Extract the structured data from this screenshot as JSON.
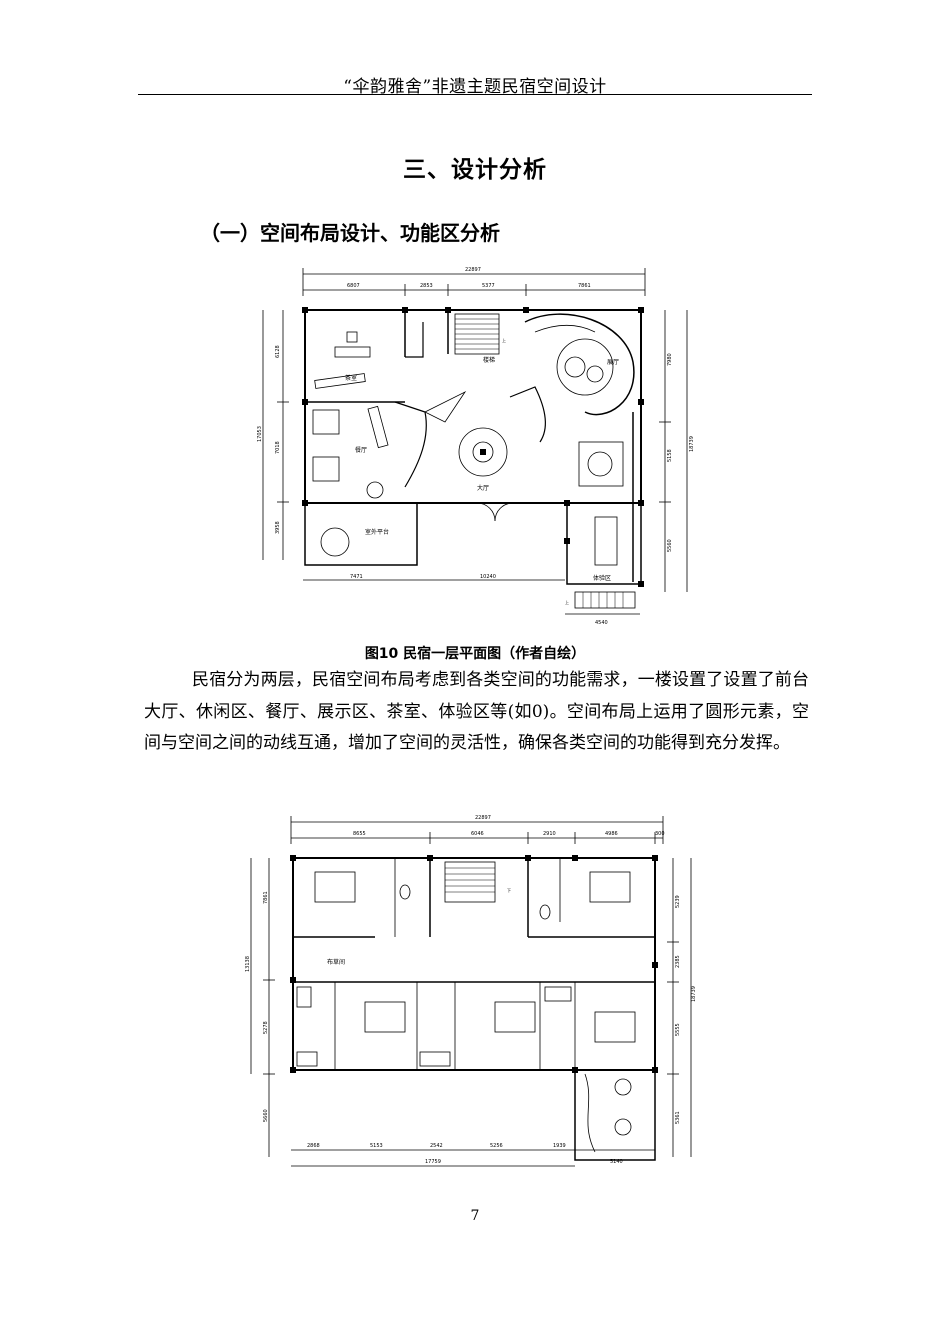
{
  "header": {
    "title": "“伞韵雅舍”非遗主题民宿空间设计"
  },
  "section": {
    "title": "三、设计分析",
    "subtitle": "（一）空间布局设计、功能区分析"
  },
  "figure1": {
    "caption": "图10 民宿一层平面图（作者自绘）",
    "dims_top": [
      "22897",
      "6807",
      "2853",
      "5377",
      "7861"
    ],
    "dims_bottom": [
      "7471",
      "10240",
      "4540"
    ],
    "dims_left": [
      "6128",
      "7018",
      "3958",
      "17053"
    ],
    "dims_right": [
      "7980",
      "5158",
      "5560",
      "18739"
    ],
    "rooms": {
      "tea": "茶室",
      "stairs": "楼梯",
      "up": "上",
      "exhibit": "展厅",
      "dining": "餐厅",
      "lobby": "大厅",
      "terrace": "室外平台",
      "experience": "体验区",
      "up2": "上"
    }
  },
  "paragraph": "民宿分为两层，民宿空间布局考虑到各类空间的功能需求，一楼设置了设置了前台大厅、休闲区、餐厅、展示区、茶室、体验区等(如0)。空间布局上运用了圆形元素，空间与空间之间的动线互通，增加了空间的灵活性，确保各类空间的功能得到充分发挥。",
  "figure2": {
    "dims_top": [
      "22897",
      "8655",
      "6046",
      "2910",
      "4986",
      "300"
    ],
    "dims_bottom": [
      "2868",
      "5153",
      "2542",
      "5256",
      "1939",
      "17759",
      "5140"
    ],
    "dims_left": [
      "7861",
      "5278",
      "13138",
      "5660"
    ],
    "dims_right": [
      "5239",
      "2385",
      "5555",
      "18739",
      "5361"
    ],
    "rooms": {
      "linen": "布草间",
      "down": "下"
    }
  },
  "page_number": "7"
}
